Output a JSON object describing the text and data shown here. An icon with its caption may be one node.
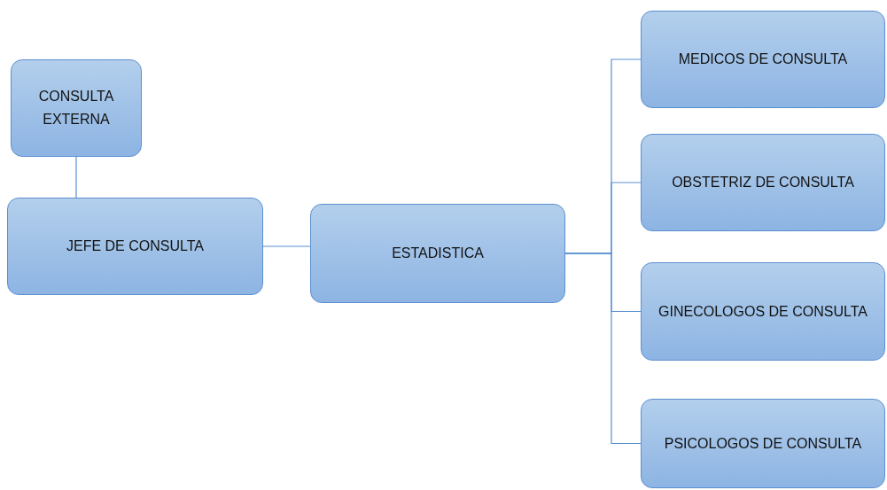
{
  "diagram": {
    "nodes": [
      {
        "text": [
          "CONSULTA EXTERNA"
        ]
      },
      {
        "text": [
          "JEFE DE CONSULTA"
        ]
      },
      {
        "text": [
          "ESTADISTICA"
        ]
      },
      {
        "text": [
          "MEDICOS DE CONSULTA"
        ]
      },
      {
        "text": [
          "OBSTETRIZ DE CONSULTA"
        ]
      },
      {
        "text": [
          "GINECOLOGOS DE CONSULTA"
        ]
      },
      {
        "text": [
          "PSICOLOGOS DE CONSULTA"
        ]
      }
    ],
    "edges": [
      {
        "from": 0,
        "to": 1,
        "arrow": "none"
      },
      {
        "from": 1,
        "to": 2,
        "arrow": "none"
      },
      {
        "from": 2,
        "to": 3,
        "arrow": "none"
      },
      {
        "from": 2,
        "to": 4,
        "arrow": "none"
      },
      {
        "from": 2,
        "to": 5,
        "arrow": "none"
      },
      {
        "from": 2,
        "to": 6,
        "arrow": "none"
      }
    ]
  }
}
